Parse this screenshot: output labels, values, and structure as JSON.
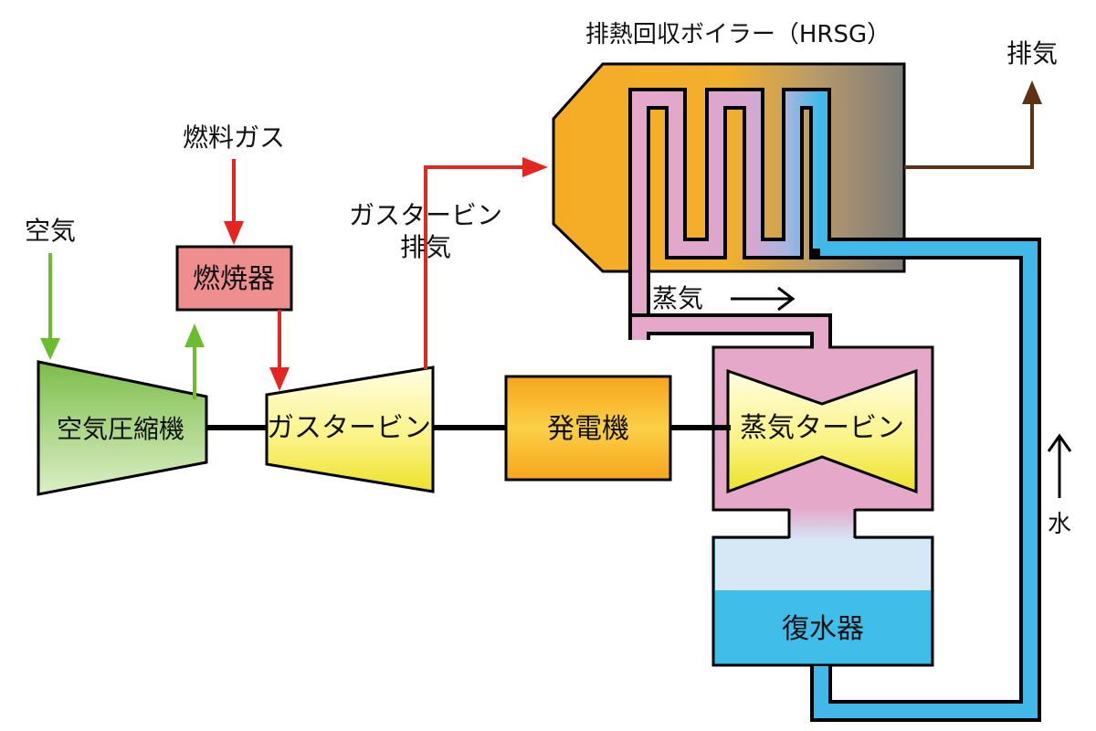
{
  "labels": {
    "hrsg": "排熱回収ボイラー（HRSG）",
    "stack_exhaust": "排気",
    "fuel_gas": "燃料ガス",
    "air": "空気",
    "combustor": "燃焼器",
    "gt_exhaust_line1": "ガスタービン",
    "gt_exhaust_line2": "排気",
    "compressor": "空気圧縮機",
    "gas_turbine": "ガスタービン",
    "generator": "発電機",
    "steam": "蒸気",
    "steam_turbine": "蒸気タービン",
    "condenser": "復水器",
    "water": "水"
  },
  "colors": {
    "air_flow": "#6cbd2e",
    "fuel_gas_flow": "#e52520",
    "exhaust_gas_flow": "#e52520",
    "stack_flow": "#5b3314",
    "steam": "#e6a8c9",
    "water": "#41b8e8",
    "shaft": "#000000"
  }
}
